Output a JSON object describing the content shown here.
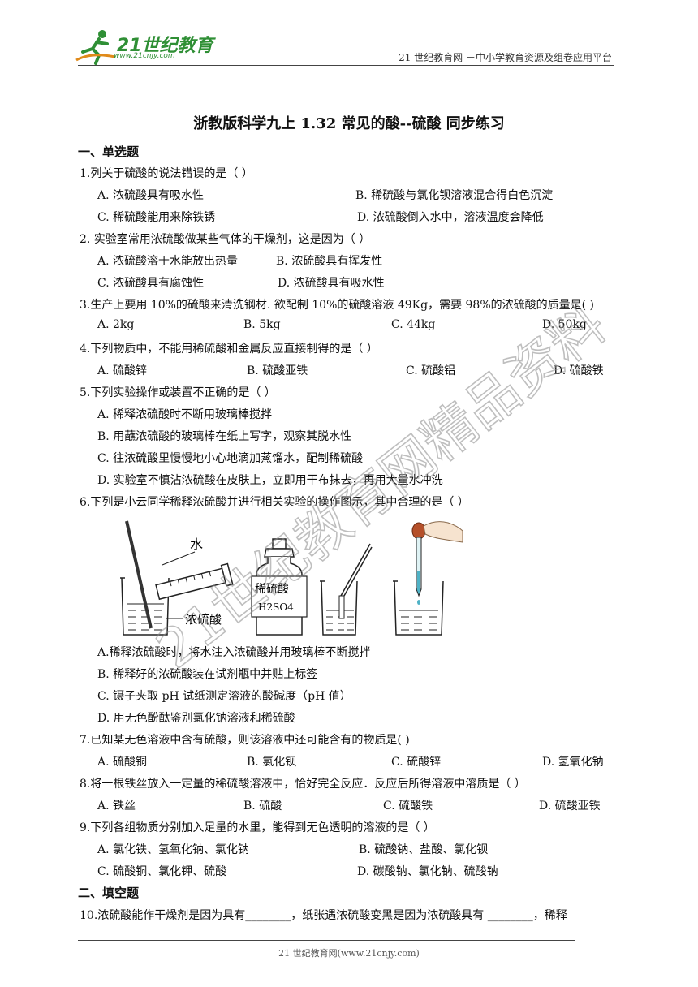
{
  "header": {
    "logo_text": "21世纪教育",
    "logo_url": "www.21cnjy.com",
    "right_text": "21 世纪教育网 －中小学教育资源及组卷应用平台"
  },
  "title": "浙教版科学九上 1.32 常见的酸--硫酸 同步练习",
  "sections": {
    "s1": "一、单选题",
    "s2": "二、填空题"
  },
  "questions": [
    {
      "stem": "1.列关于硫酸的说法错误的是（    ）",
      "options": [
        "A. 浓硫酸具有吸水性",
        "B. 稀硫酸与氯化钡溶液混合得白色沉淀",
        "C. 稀硫酸能用来除铁锈",
        "D. 浓硫酸倒入水中，溶液温度会降低"
      ]
    },
    {
      "stem": "2. 实验室常用浓硫酸做某些气体的干燥剂，这是因为（        ）",
      "options": [
        "A. 浓硫酸溶于水能放出热量",
        "B. 浓硫酸具有挥发性",
        "C. 浓硫酸具有腐蚀性",
        "D. 浓硫酸具有吸水性"
      ]
    },
    {
      "stem": "3.生产上要用 10%的硫酸来清洗钢材. 欲配制 10%的硫酸溶液 49Kg，需要 98%的浓硫酸的质量是(    )",
      "options": [
        "A. 2kg",
        "B. 5kg",
        "C. 44kg",
        "D. 50kg"
      ]
    },
    {
      "stem": "4.下列物质中，不能用稀硫酸和金属反应直接制得的是（    ）",
      "options": [
        "A. 硫酸锌",
        "B. 硫酸亚铁",
        "C. 硫酸铝",
        "D. 硫酸铁"
      ]
    },
    {
      "stem": "5.下列实验操作或装置不正确的是（    ）",
      "options": [
        "A. 稀释浓硫酸时不断用玻璃棒搅拌",
        "B. 用蘸浓硫酸的玻璃棒在纸上写字，观察其脱水性",
        "C. 往浓硫酸里慢慢地小心地滴加蒸馏水，配制稀硫酸",
        "D. 实验室不慎沾浓硫酸在皮肤上，立即用干布抹去，再用大量水冲洗"
      ]
    },
    {
      "stem": "6.下列是小云同学稀释浓硫酸并进行相关实验的操作图示，其中合理的是（    ）",
      "options": [
        "A.稀释浓硫酸时，将水注入浓硫酸并用玻璃棒不断搅拌",
        "B. 稀释好的浓硫酸装在试剂瓶中并贴上标签",
        "C. 镊子夹取 pH 试纸测定溶液的酸碱度（pH 值）",
        "D. 用无色酚酞鉴别氯化钠溶液和稀硫酸"
      ]
    },
    {
      "stem": "7.已知某无色溶液中含有硫酸，则该溶液中还可能含有的物质是(     )",
      "options": [
        "A. 硫酸铜",
        "B. 氯化钡",
        "C. 硫酸锌",
        "D. 氢氧化钠"
      ]
    },
    {
      "stem": "8.将一根铁丝放入一定量的稀硫酸溶液中，恰好完全反应．反应后所得溶液中溶质是（    ）",
      "options": [
        "A. 铁丝",
        "B. 硫酸",
        "C. 硫酸铁",
        "D. 硫酸亚铁"
      ]
    },
    {
      "stem": "9.下列各组物质分别加入足量的水里，能得到无色透明的溶液的是（    ）",
      "options": [
        "A. 氯化铁、氢氧化钠、氯化钠",
        "B. 硫酸钠、盐酸、氯化钡",
        "C. 硫酸铜、氯化钾、硫酸",
        "D. 碳酸钠、氯化钠、硫酸钠"
      ]
    },
    {
      "stem": "10.浓硫酸能作干燥剂是因为具有________，纸张遇浓硫酸变黑是因为浓硫酸具有  ________，稀释",
      "options": []
    }
  ],
  "figure": {
    "label_water": "水",
    "label_conc": "浓硫酸",
    "bottle_label": "稀硫酸",
    "bottle_formula": "H2SO4"
  },
  "footer": "21 世纪教育网(www.21cnjy.com)",
  "watermark": "21世纪教育网精品资料"
}
